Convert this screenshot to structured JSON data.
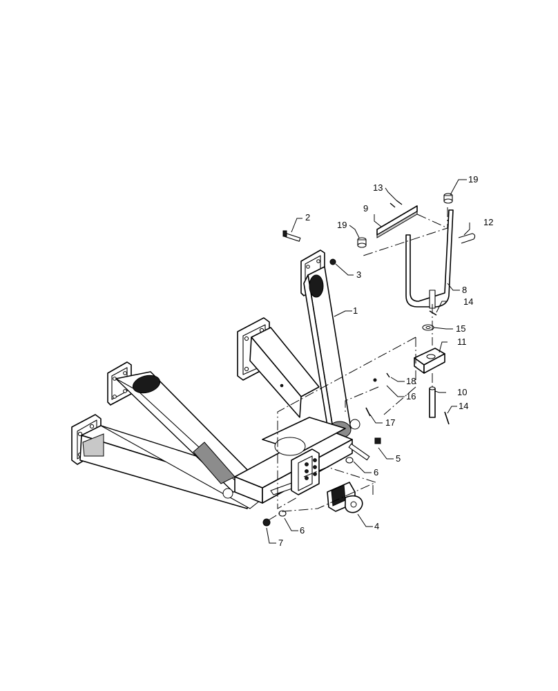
{
  "callouts": [
    {
      "id": "c1",
      "label": "1"
    },
    {
      "id": "c2",
      "label": "2"
    },
    {
      "id": "c3",
      "label": "3"
    },
    {
      "id": "c4",
      "label": "4"
    },
    {
      "id": "c5",
      "label": "5"
    },
    {
      "id": "c6a",
      "label": "6"
    },
    {
      "id": "c6b",
      "label": "6"
    },
    {
      "id": "c7",
      "label": "7"
    },
    {
      "id": "c8",
      "label": "8"
    },
    {
      "id": "c9",
      "label": "9"
    },
    {
      "id": "c10",
      "label": "10"
    },
    {
      "id": "c11",
      "label": "11"
    },
    {
      "id": "c12",
      "label": "12"
    },
    {
      "id": "c13",
      "label": "13"
    },
    {
      "id": "c14a",
      "label": "14"
    },
    {
      "id": "c14b",
      "label": "14"
    },
    {
      "id": "c15",
      "label": "15"
    },
    {
      "id": "c16",
      "label": "16"
    },
    {
      "id": "c17",
      "label": "17"
    },
    {
      "id": "c18",
      "label": "18"
    },
    {
      "id": "c19a",
      "label": "19"
    },
    {
      "id": "c19b",
      "label": "19"
    }
  ]
}
